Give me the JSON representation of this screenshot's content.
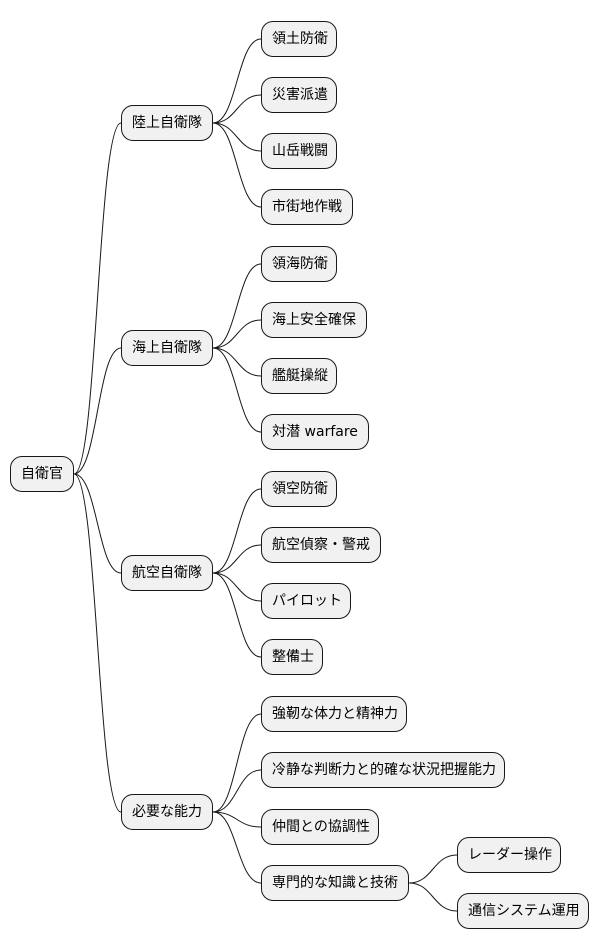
{
  "mindmap": {
    "root": {
      "label": "自衛官",
      "children": [
        {
          "label": "陸上自衛隊",
          "children": [
            {
              "label": "領土防衛"
            },
            {
              "label": "災害派遣"
            },
            {
              "label": "山岳戦闘"
            },
            {
              "label": "市街地作戦"
            }
          ]
        },
        {
          "label": "海上自衛隊",
          "children": [
            {
              "label": "領海防衛"
            },
            {
              "label": "海上安全確保"
            },
            {
              "label": "艦艇操縦"
            },
            {
              "label": "対潜 warfare"
            }
          ]
        },
        {
          "label": "航空自衛隊",
          "children": [
            {
              "label": "領空防衛"
            },
            {
              "label": "航空偵察・警戒"
            },
            {
              "label": "パイロット"
            },
            {
              "label": "整備士"
            }
          ]
        },
        {
          "label": "必要な能力",
          "children": [
            {
              "label": "強靭な体力と精神力"
            },
            {
              "label": "冷静な判断力と的確な状況把握能力"
            },
            {
              "label": "仲間との協調性"
            },
            {
              "label": "専門的な知識と技術",
              "children": [
                {
                  "label": "レーダー操作"
                },
                {
                  "label": "通信システム運用"
                }
              ]
            }
          ]
        }
      ]
    }
  }
}
